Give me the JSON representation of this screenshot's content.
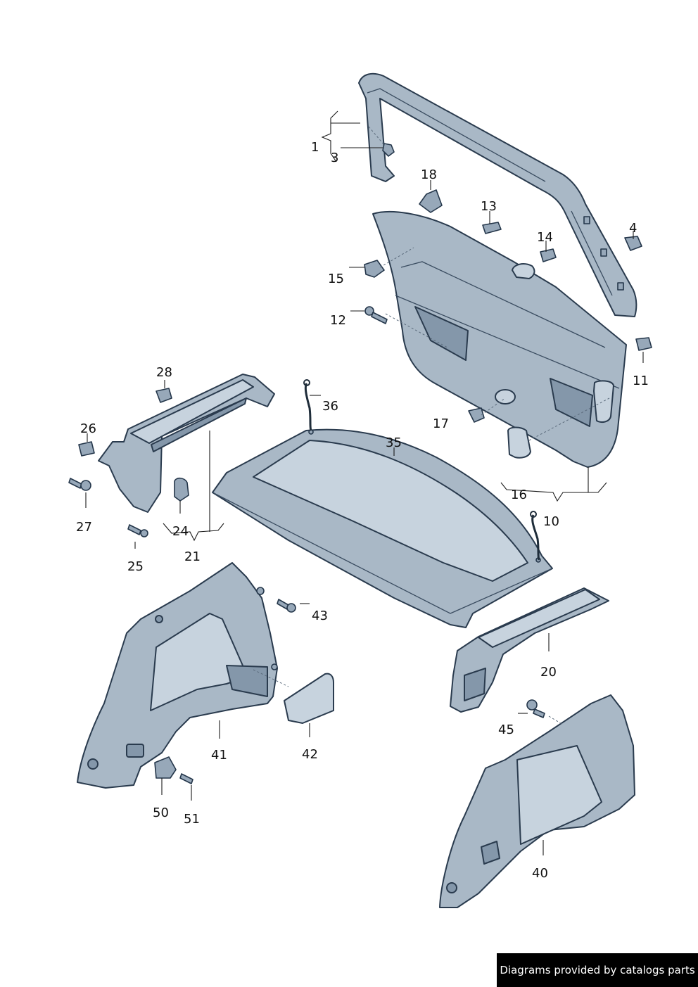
{
  "callouts": {
    "c1": "1",
    "c3": "3",
    "c4": "4",
    "c10": "10",
    "c11": "11",
    "c12": "12",
    "c13": "13",
    "c14": "14",
    "c15": "15",
    "c16": "16",
    "c17": "17",
    "c18": "18",
    "c20": "20",
    "c21": "21",
    "c24": "24",
    "c25": "25",
    "c26": "26",
    "c27": "27",
    "c28": "28",
    "c35": "35",
    "c36": "36",
    "c40": "40",
    "c41": "41",
    "c42": "42",
    "c43": "43",
    "c45": "45",
    "c50": "50",
    "c51": "51"
  },
  "footer": {
    "credit": "Diagrams provided by catalogs parts"
  },
  "colors": {
    "part_fill": "#a9b8c6",
    "part_outline": "#2a3b4e",
    "footer_bg": "#000000"
  }
}
